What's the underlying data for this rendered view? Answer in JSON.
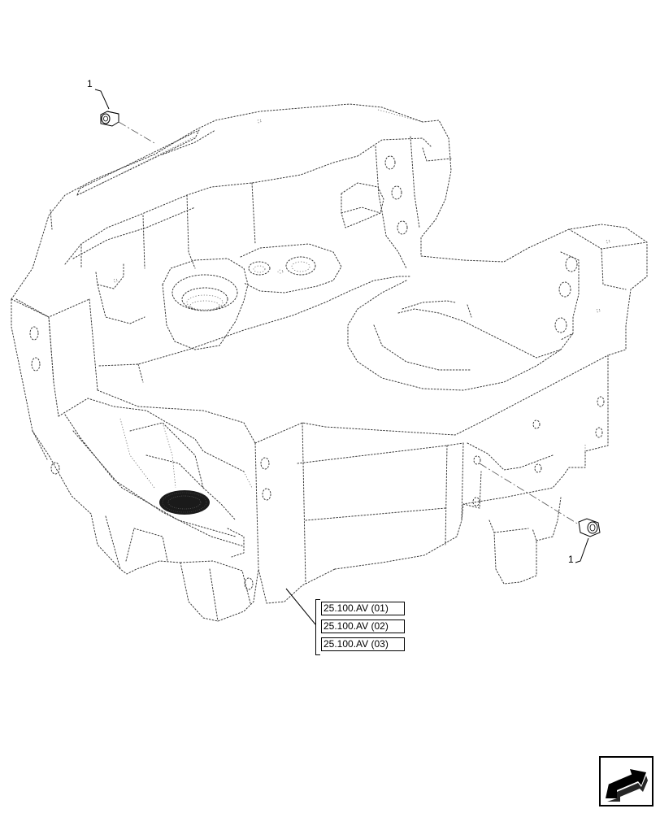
{
  "callouts": [
    {
      "id": "callout-1-top",
      "number": "1"
    },
    {
      "id": "callout-1-bottom",
      "number": "1"
    }
  ],
  "references": [
    "25.100.AV (01)",
    "25.100.AV (02)",
    "25.100.AV (03)"
  ],
  "icons": {
    "navigation": "next-page-arrow-icon",
    "bushing": "bushing-icon",
    "drain-plug": "drain-plug-icon"
  }
}
